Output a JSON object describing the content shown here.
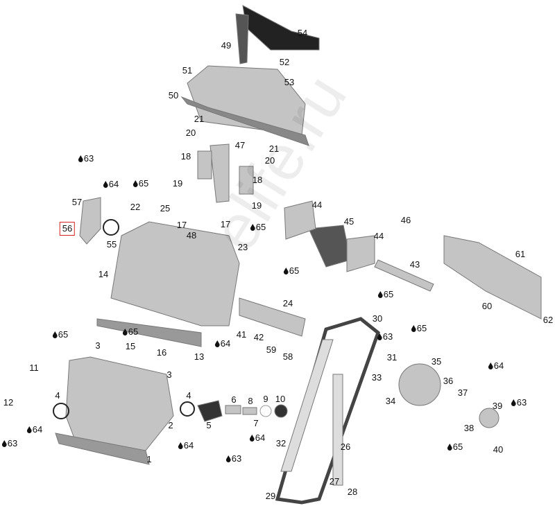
{
  "watermark": "elife.ru",
  "highlighted_callout": "56",
  "colors": {
    "highlight": "#d42020",
    "part": "#b8b8b8",
    "part_dark": "#4a4a4a"
  },
  "callouts": [
    "54",
    "49",
    "52",
    "53",
    "51",
    "50",
    "21",
    "20",
    "47",
    "21",
    "20",
    "18",
    "18",
    "19",
    "19",
    "57",
    "22",
    "25",
    "56",
    "55",
    "17",
    "17",
    "48",
    "23",
    "14",
    "44",
    "45",
    "44",
    "46",
    "43",
    "61",
    "60",
    "62",
    "24",
    "30",
    "41",
    "42",
    "59",
    "58",
    "15",
    "16",
    "13",
    "3",
    "3",
    "31",
    "35",
    "33",
    "36",
    "34",
    "37",
    "39",
    "38",
    "40",
    "11",
    "4",
    "12",
    "4",
    "2",
    "6",
    "8",
    "9",
    "10",
    "5",
    "7",
    "32",
    "26",
    "1",
    "27",
    "28",
    "29"
  ],
  "lubricant_callouts": [
    "63",
    "64",
    "65",
    "65",
    "65",
    "65",
    "65",
    "63",
    "65",
    "64",
    "65",
    "65",
    "64",
    "63",
    "65",
    "64",
    "64",
    "63",
    "64",
    "64",
    "63"
  ]
}
